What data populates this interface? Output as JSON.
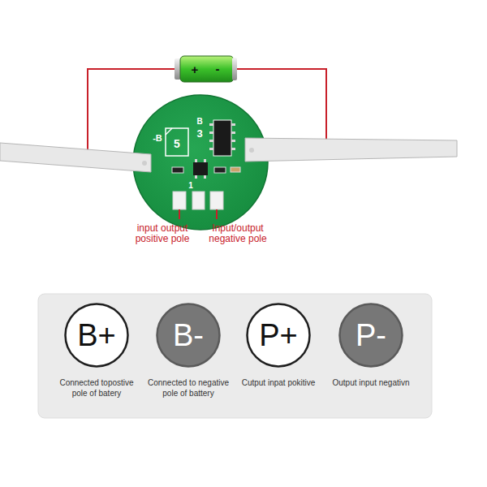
{
  "diagram": {
    "nodes": [
      {
        "text": [
          "B+",
          "Connected topostive pole of batery"
        ]
      },
      {
        "text": [
          "B-",
          "Connected to negative pole of battery"
        ]
      },
      {
        "text": [
          "P+",
          "Cutput inpat pokitive"
        ]
      },
      {
        "text": [
          "P-",
          "Output input negativn"
        ]
      }
    ],
    "labels": [
      "+",
      "-",
      "-B",
      "5",
      "3",
      "B",
      "1",
      "input output positive pole",
      "Input/output negative pole"
    ]
  }
}
